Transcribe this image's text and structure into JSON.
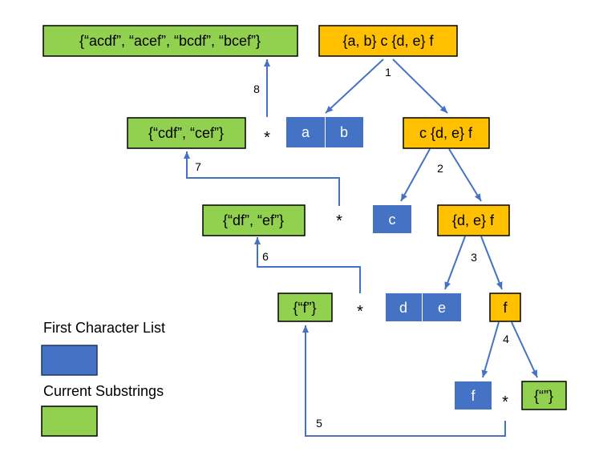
{
  "colors": {
    "pattern": "#FFC000",
    "pattern_border": "#000000",
    "substrings": "#92D050",
    "first_chars": "#4472C4",
    "arrow": "#4472C4"
  },
  "patterns": {
    "root": "{a, b} c {d, e} f",
    "level2": "c {d, e} f",
    "level3": "{d, e} f",
    "level4": "f"
  },
  "first_chars": {
    "level1": [
      "a",
      "b"
    ],
    "level2": [
      "c"
    ],
    "level3": [
      "d",
      "e"
    ],
    "level4": [
      "f"
    ]
  },
  "substrings": {
    "base": "{“”}",
    "after_f": "{“f”}",
    "after_de": "{“df”, “ef”}",
    "after_c": "{“cdf”, “cef”}",
    "final": "{“acdf”, “acef”, “bcdf”, “bcef”}"
  },
  "operator": "*",
  "steps": [
    "1",
    "2",
    "3",
    "4",
    "5",
    "6",
    "7",
    "8"
  ],
  "legend": {
    "first_chars_label": "First Character List",
    "substrings_label": "Current Substrings"
  }
}
